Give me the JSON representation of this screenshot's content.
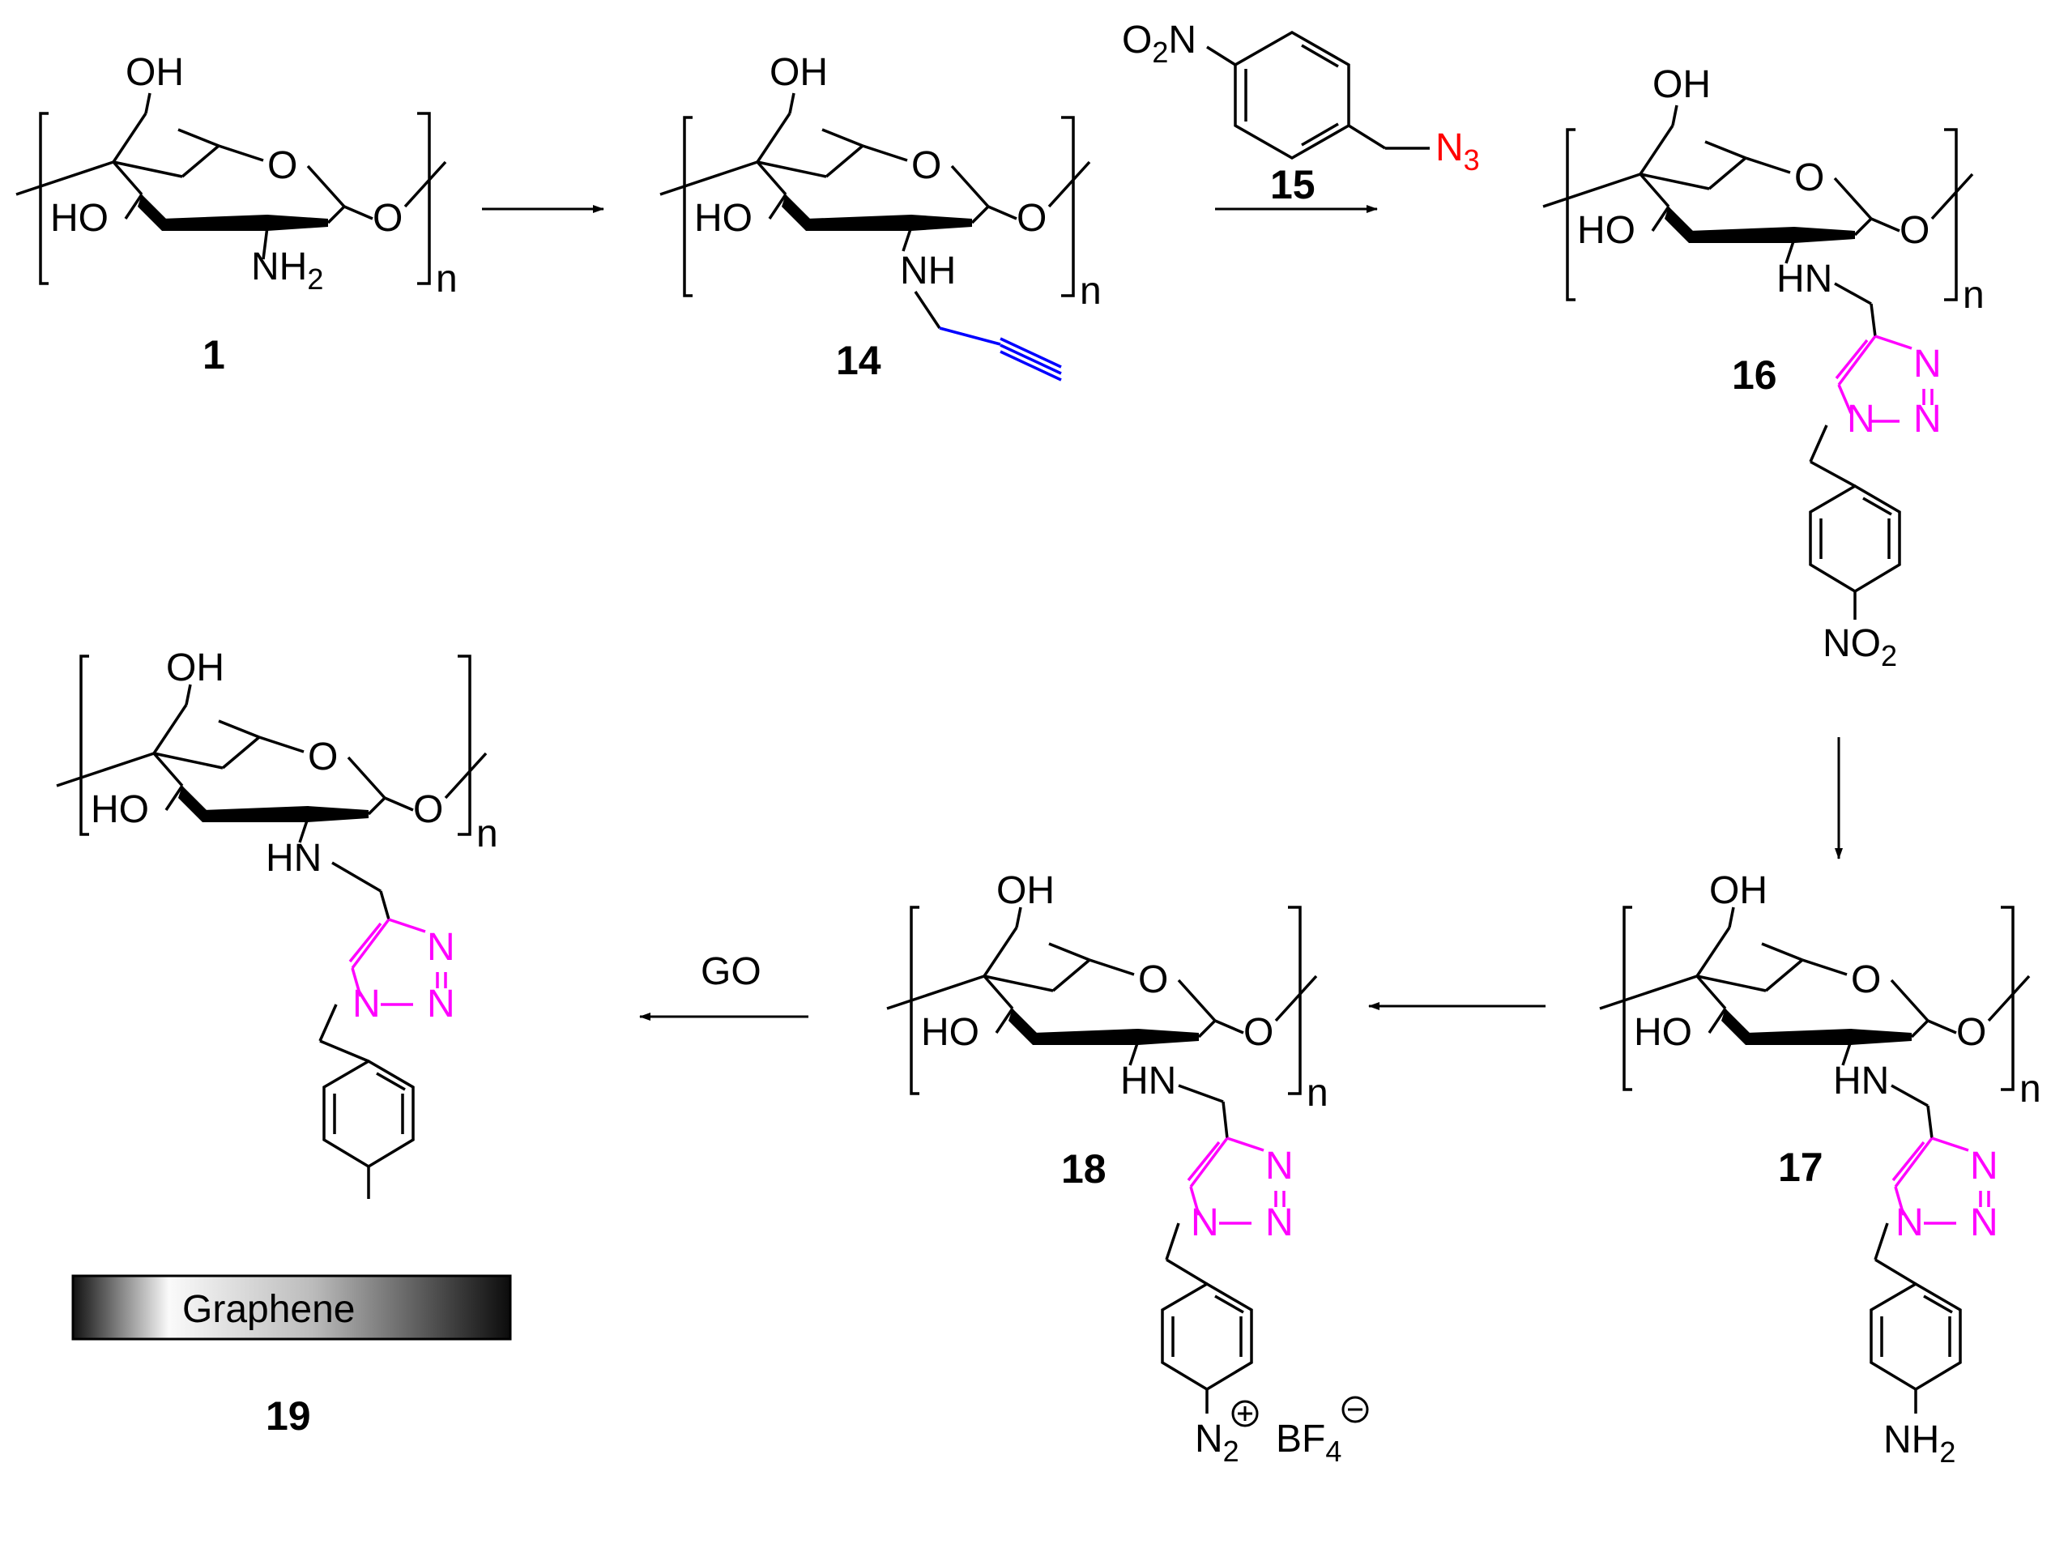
{
  "compounds": [
    {
      "id": "1",
      "label": "1"
    },
    {
      "id": "14",
      "label": "14"
    },
    {
      "id": "15",
      "label": "15"
    },
    {
      "id": "16",
      "label": "16"
    },
    {
      "id": "17",
      "label": "17"
    },
    {
      "id": "18",
      "label": "18"
    },
    {
      "id": "19",
      "label": "19"
    }
  ],
  "atoms": {
    "OH": "OH",
    "HO": "HO",
    "O": "O",
    "NH2": "NH",
    "NH": "NH",
    "HN": "HN",
    "N": "N",
    "N3": "N",
    "NO2": "NO",
    "O2N": "O",
    "NH2_sub": "2",
    "N3_sub": "3",
    "NO2_sub": "2",
    "N2": "N",
    "N2_sub": "2",
    "BF4": "BF",
    "BF4_sub": "4",
    "n": "n"
  },
  "reagents": {
    "step2": "15",
    "step6": "GO"
  },
  "graphene_label": "Graphene",
  "colors": {
    "triazole": "#ff00ff",
    "azide": "#ff0000",
    "alkyne": "#0000ff",
    "bond": "#000000"
  }
}
